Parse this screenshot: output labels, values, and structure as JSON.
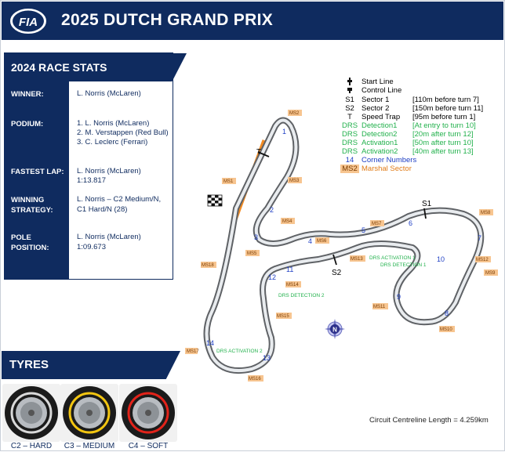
{
  "header": {
    "title": "2025 DUTCH GRAND PRIX",
    "logo_text": "FIA"
  },
  "race_stats": {
    "title": "2024 RACE STATS",
    "rows": [
      {
        "label": "WINNER:",
        "lines": [
          "L. Norris (McLaren)"
        ]
      },
      {
        "label": "PODIUM:",
        "lines": [
          "1. L. Norris (McLaren)",
          "2. M. Verstappen (Red Bull)",
          "3. C. Leclerc (Ferrari)"
        ]
      },
      {
        "label": "FASTEST LAP:",
        "lines": [
          "L. Norris (McLaren)",
          "1:13.817"
        ]
      },
      {
        "label": "WINNING",
        "label2": "STRATEGY:",
        "lines": [
          "L. Norris – C2 Medium/N,",
          "C1 Hard/N (28)"
        ]
      },
      {
        "label": "POLE",
        "label2": "POSITION:",
        "lines": [
          "L. Norris (McLaren)",
          "1:09.673"
        ]
      }
    ]
  },
  "tyres": {
    "title": "TYRES",
    "items": [
      {
        "label": "C2 – HARD",
        "color": "#d9d9d9"
      },
      {
        "label": "C3 – MEDIUM",
        "color": "#f2c511"
      },
      {
        "label": "C4 – SOFT",
        "color": "#e2231a"
      }
    ]
  },
  "legend": [
    {
      "symbol": "",
      "icon": "start-line-icon",
      "label": "Start Line",
      "detail": "",
      "color": "#111111"
    },
    {
      "symbol": "",
      "icon": "control-line-icon",
      "label": "Control Line",
      "detail": "",
      "color": "#111111"
    },
    {
      "symbol": "S1",
      "label": "Sector 1",
      "detail": "[110m before turn 7]",
      "color": "#111111"
    },
    {
      "symbol": "S2",
      "label": "Sector 2",
      "detail": "[150m before turn 11]",
      "color": "#111111"
    },
    {
      "symbol": "T",
      "label": "Speed Trap",
      "detail": "[95m before turn 1]",
      "color": "#111111"
    },
    {
      "symbol": "DRS",
      "label": "Detection1",
      "detail": "[At entry to turn 10]",
      "color": "#22b14c"
    },
    {
      "symbol": "DRS",
      "label": "Detection2",
      "detail": "[20m after turn 12]",
      "color": "#22b14c"
    },
    {
      "symbol": "DRS",
      "label": "Activation1",
      "detail": "[50m after turn 10]",
      "color": "#22b14c"
    },
    {
      "symbol": "DRS",
      "label": "Activation2",
      "detail": "[40m after turn 13]",
      "color": "#22b14c"
    },
    {
      "symbol": "14",
      "label": "Corner Numbers",
      "detail": "",
      "color": "#1f3fc4"
    },
    {
      "symbol": "MS2",
      "label": "Marshal Sector",
      "detail": "",
      "color": "#e07b17"
    }
  ],
  "track": {
    "corner_numbers": [
      "1",
      "2",
      "3",
      "4",
      "5",
      "6",
      "7",
      "8",
      "9",
      "10",
      "11",
      "12",
      "13",
      "14"
    ],
    "marshal_sectors": [
      "MS1",
      "MS2",
      "MS3",
      "MS4",
      "MS5",
      "MS6",
      "MS7",
      "MS8",
      "MS9",
      "MS10",
      "MS11",
      "MS12",
      "MS13",
      "MS14",
      "MS15",
      "MS16",
      "MS17",
      "MS18"
    ],
    "sector_labels": [
      "S1",
      "S2"
    ],
    "speed_trap_label": "T",
    "drs_labels": [
      "DRS ACTIVATION 1",
      "DRS DETECTION 1",
      "DRS DETECTION 2",
      "DRS ACTIVATION 2"
    ],
    "compass_letter": "N"
  },
  "footer": {
    "circuit_length": "Circuit Centreline Length = 4.259km"
  },
  "colors": {
    "navy": "#0f2b5f",
    "track": "#5f6266",
    "kerb": "#e9ecef",
    "pit": "#f28b22",
    "drs_green": "#22b14c",
    "corner_blue": "#1f3fc4",
    "marshal": "#e07b17"
  }
}
